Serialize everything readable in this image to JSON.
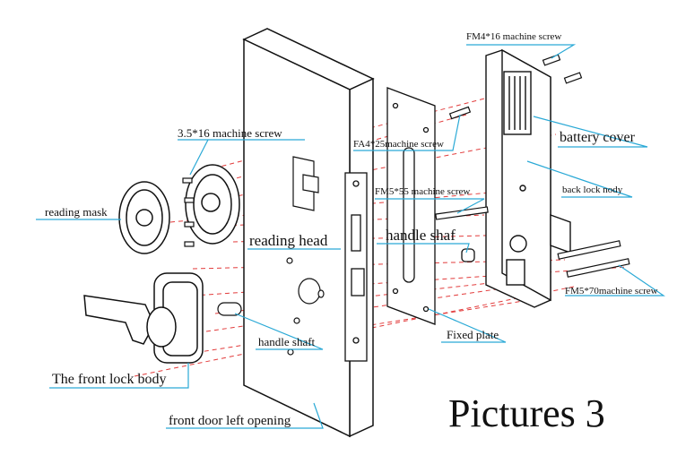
{
  "diagram": {
    "title": "Pictures 3",
    "labels": {
      "fm4_screw": "FM4*16 machine screw",
      "screw_3_5": "3.5*16 machine screw",
      "fa4_screw": "FA4*25machine screw",
      "battery_cover": "battery cover",
      "back_lock_body": "back lock nody",
      "fm5_55": "FM5*55 machine screw",
      "reading_mask": "reading mask",
      "reading_head": "reading head",
      "handle_shaf": "handle shaf",
      "fm5_70": "FM5*70machine screw",
      "fixed_plate": "Fixed plate",
      "handle_shaft": "handle shaft",
      "front_lock_body": "The front lock body",
      "front_door": "front door left opening"
    },
    "colors": {
      "line": "#111111",
      "leader": "#2aa9d6",
      "guide": "#e23b3b"
    }
  }
}
